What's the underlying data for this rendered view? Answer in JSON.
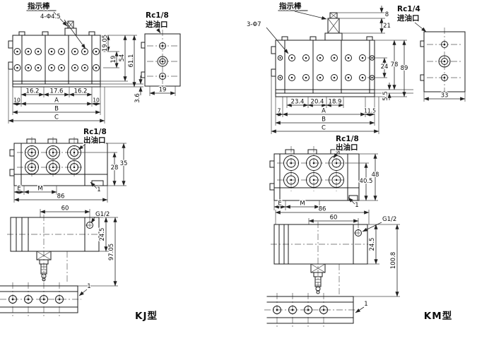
{
  "drawing": {
    "kj": {
      "type_label": "KJ型",
      "front": {
        "indicator": "指示棒",
        "holes": "4-Φ4.5",
        "dim_row_top": "19.05",
        "dim_row_gap": "19",
        "dim_body": "54",
        "dim_total_h": "61.1",
        "dim_base": "3.6",
        "pitch_1": "16.2",
        "pitch_2": "17.6",
        "pitch_3": "16.2",
        "margin_left": "10",
        "margin_right": "10",
        "dim_a": "A",
        "dim_b": "B",
        "dim_c": "C"
      },
      "inlet": {
        "thread": "Rc1/8",
        "name": "进油口",
        "dim_w": "19"
      },
      "top": {
        "outlet_thread": "Rc1/8",
        "outlet_name": "出油口",
        "dim_h1": "28",
        "dim_h2": "35",
        "dim_w": "86",
        "lbl_e": "E",
        "lbl_m": "M",
        "callout": "1"
      },
      "mount": {
        "dim_top": "60",
        "fitting": "G1/2",
        "dim_h1": "24.5",
        "dim_h2": "97.05",
        "callout": "1"
      }
    },
    "km": {
      "type_label": "KM型",
      "front": {
        "indicator": "指示棒",
        "holes": "3-Φ7",
        "cap_dim1": "8",
        "cap_dim2": "21",
        "dim_row_gap": "24",
        "dim_body": "78",
        "dim_total_h": "89",
        "dim_base": "5.5",
        "pitch_1": "23.4",
        "pitch_2": "20.4",
        "pitch_3": "18.9",
        "margin_left": "7",
        "margin_right": "11.5",
        "dim_a": "A",
        "dim_b": "B",
        "dim_c": "C"
      },
      "inlet": {
        "thread": "Rc1/4",
        "name": "进油口",
        "dim_w": "33"
      },
      "top": {
        "outlet_thread": "Rc1/8",
        "outlet_name": "出油口",
        "dim_h1": "40.5",
        "dim_h2": "48",
        "lbl_e": "E",
        "lbl_m": "M",
        "callout": "1"
      },
      "mount": {
        "dim_w1": "86",
        "dim_w2": "60",
        "fitting": "G1/2",
        "dim_h1": "24.5",
        "dim_h2": "100.8",
        "callout": "1"
      }
    }
  }
}
